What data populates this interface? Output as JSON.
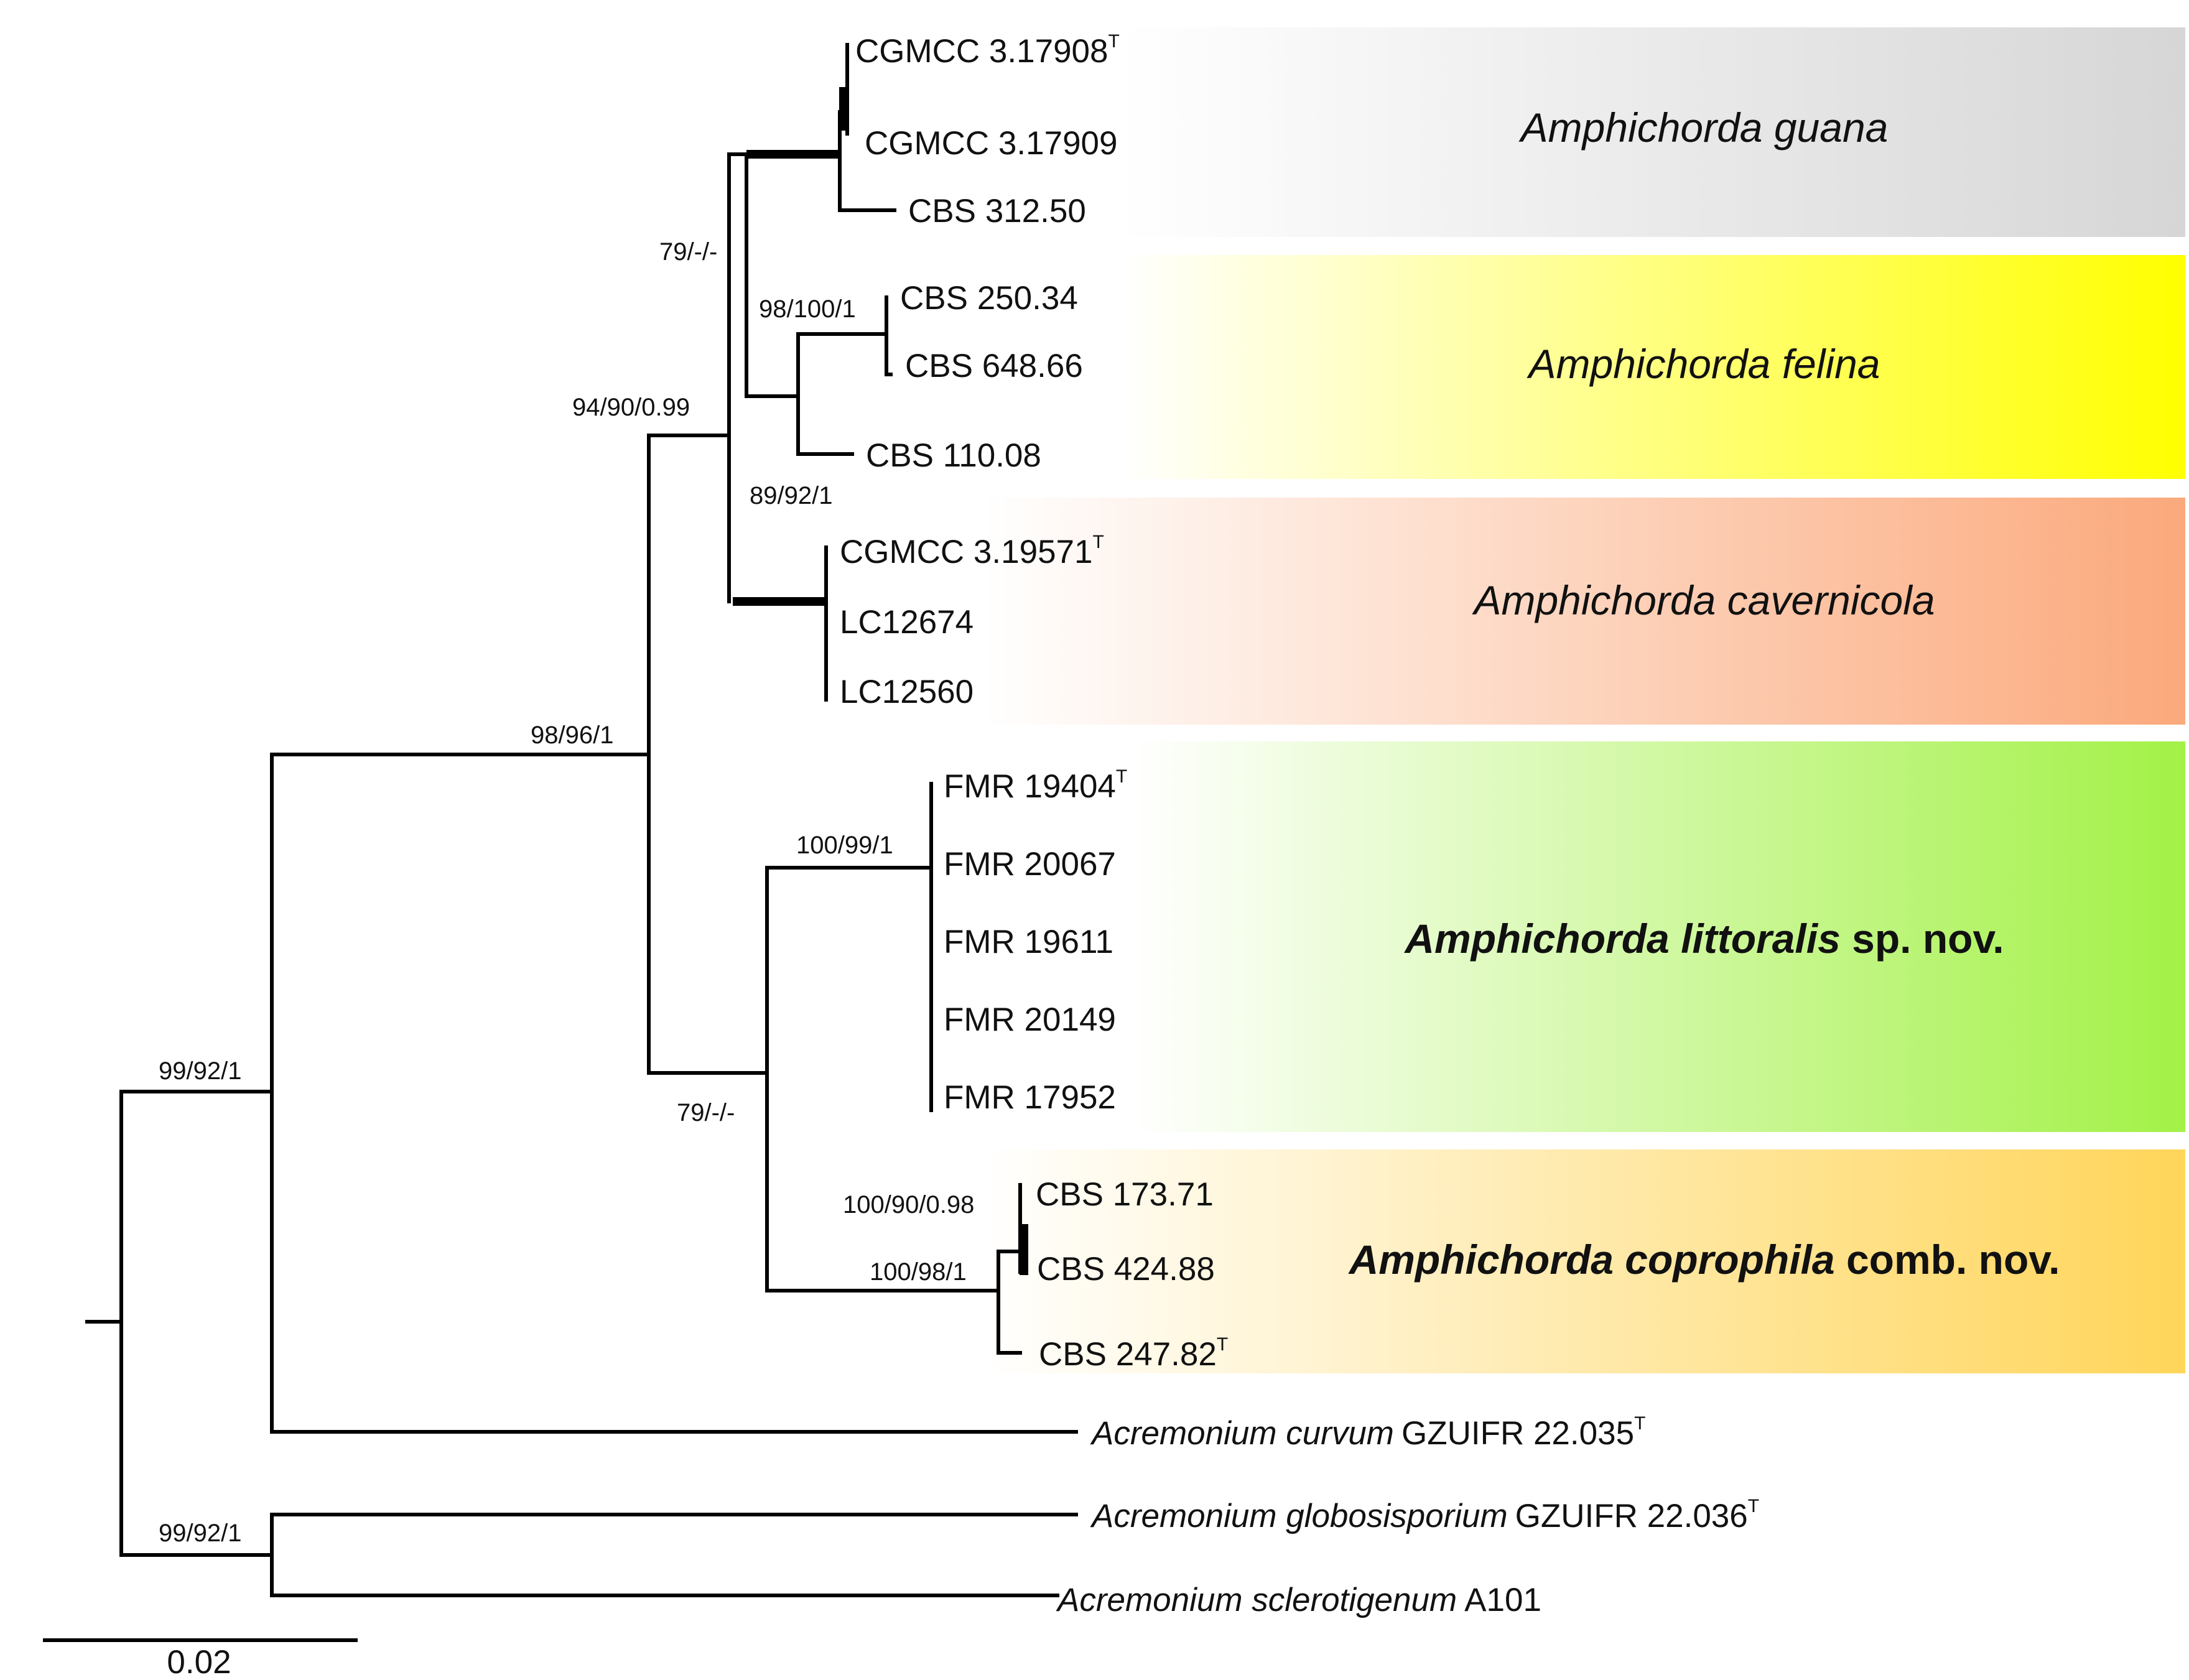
{
  "clades": [
    {
      "key": "guana",
      "name": "Amphichorda guana",
      "suffix": "",
      "bold": false,
      "color": "#d6d6d6"
    },
    {
      "key": "felina",
      "name": "Amphichorda felina",
      "suffix": "",
      "bold": false,
      "color": "#ffff00"
    },
    {
      "key": "cavernicola",
      "name": "Amphichorda cavernicola",
      "suffix": "",
      "bold": false,
      "color": "#fba97c"
    },
    {
      "key": "littoralis",
      "name": "Amphichorda littoralis",
      "suffix": " sp. nov.",
      "bold": true,
      "color": "#a3f147"
    },
    {
      "key": "coprophila",
      "name": "Amphichorda coprophila",
      "suffix": " comb. nov.",
      "bold": true,
      "color": "#ffd55a"
    }
  ],
  "taxa": [
    {
      "id": "t1",
      "genus": "",
      "code": "CGMCC 3.17908",
      "type": true
    },
    {
      "id": "t2",
      "genus": "",
      "code": "CGMCC 3.17909",
      "type": false
    },
    {
      "id": "t3",
      "genus": "",
      "code": "CBS 312.50",
      "type": false
    },
    {
      "id": "t4",
      "genus": "",
      "code": "CBS 250.34",
      "type": false
    },
    {
      "id": "t5",
      "genus": "",
      "code": "CBS 648.66",
      "type": false
    },
    {
      "id": "t6",
      "genus": "",
      "code": "CBS 110.08",
      "type": false
    },
    {
      "id": "t7",
      "genus": "",
      "code": "CGMCC 3.19571",
      "type": true
    },
    {
      "id": "t8",
      "genus": "",
      "code": "LC12674",
      "type": false
    },
    {
      "id": "t9",
      "genus": "",
      "code": "LC12560",
      "type": false
    },
    {
      "id": "t10",
      "genus": "",
      "code": "FMR 19404",
      "type": true
    },
    {
      "id": "t11",
      "genus": "",
      "code": "FMR 20067",
      "type": false
    },
    {
      "id": "t12",
      "genus": "",
      "code": "FMR 19611",
      "type": false
    },
    {
      "id": "t13",
      "genus": "",
      "code": "FMR 20149",
      "type": false
    },
    {
      "id": "t14",
      "genus": "",
      "code": "FMR 17952",
      "type": false
    },
    {
      "id": "t15",
      "genus": "",
      "code": "CBS 173.71",
      "type": false
    },
    {
      "id": "t16",
      "genus": "",
      "code": "CBS 424.88",
      "type": false
    },
    {
      "id": "t17",
      "genus": "",
      "code": "CBS 247.82",
      "type": true
    },
    {
      "id": "t18",
      "genus": "Acremonium curvum",
      "code": "GZUIFR 22.035",
      "type": true
    },
    {
      "id": "t19",
      "genus": "Acremonium globosisporium",
      "code": "GZUIFR 22.036",
      "type": true
    },
    {
      "id": "t20",
      "genus": "Acremonium sclerotigenum",
      "code": "A101",
      "type": false
    }
  ],
  "type_marker": "T",
  "support": [
    {
      "id": "s1",
      "text": "79/-/-"
    },
    {
      "id": "s2",
      "text": "98/100/1"
    },
    {
      "id": "s3",
      "text": "94/90/0.99"
    },
    {
      "id": "s4",
      "text": "89/92/1"
    },
    {
      "id": "s5",
      "text": "98/96/1"
    },
    {
      "id": "s6",
      "text": "100/99/1"
    },
    {
      "id": "s7",
      "text": "99/92/1"
    },
    {
      "id": "s8",
      "text": "79/-/-"
    },
    {
      "id": "s9",
      "text": "100/90/0.98"
    },
    {
      "id": "s10",
      "text": "100/98/1"
    },
    {
      "id": "s11",
      "text": "99/92/1"
    }
  ],
  "scale_bar": {
    "label": "0.02"
  }
}
